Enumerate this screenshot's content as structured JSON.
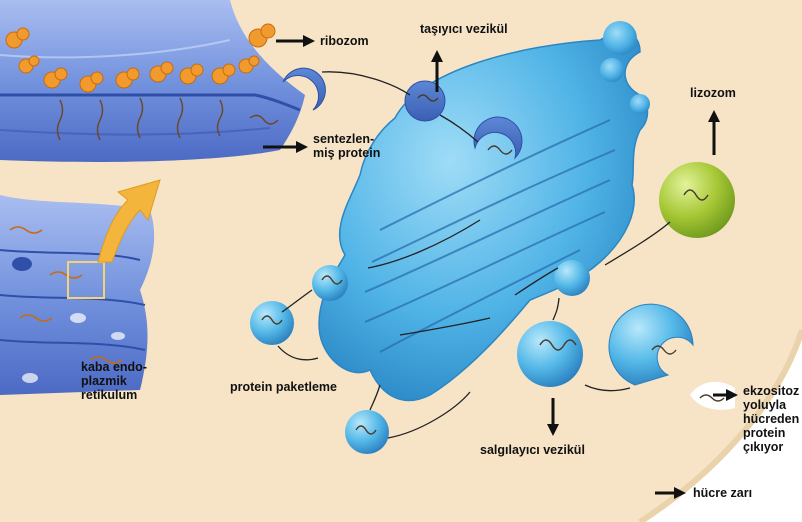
{
  "labels": {
    "ribozom": "ribozom",
    "tasiyici_vezikul": "taşıyıcı vezikül",
    "lizozom": "lizozom",
    "sentezlenmis_protein": [
      "sentezlen-",
      "miş protein"
    ],
    "kaba_endoplazmik_retikulum": [
      "kaba endo-",
      "plazmik",
      "retikulum"
    ],
    "protein_paketleme": "protein paketleme",
    "salgilayici_vezikul": "salgılayıcı vezikül",
    "ekzositoz": [
      "ekzositoz",
      "yoluyla",
      "hücreden",
      "protein",
      "çıkıyor"
    ],
    "hucre_zari": "hücre zarı"
  },
  "colors": {
    "cytoplasm": "#f7e4c6",
    "er_blue": "#6f8fdc",
    "golgi_blue": "#4fb3e6",
    "ribosome_orange": "#f19a2e",
    "lysosome_green": "#a7c836",
    "arrow_black": "#111111",
    "highlight_yellow": "#f4b53c"
  }
}
